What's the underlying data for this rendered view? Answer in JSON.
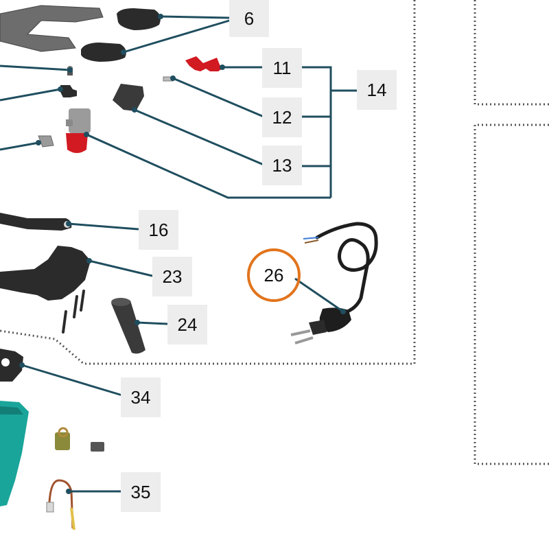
{
  "diagram": {
    "labels": {
      "l6": "6",
      "l11": "11",
      "l12": "12",
      "l13": "13",
      "l14": "14",
      "l16": "16",
      "l23": "23",
      "l24": "24",
      "l26": "26",
      "l34": "34",
      "l35": "35"
    },
    "colors": {
      "leader": "#1f4e5f",
      "highlight": "#e2741c",
      "label_bg": "#ededed",
      "dotted_border": "#555555",
      "part_dark": "#2b2b2b",
      "part_red": "#d11a22",
      "part_teal": "#1aa59a"
    }
  }
}
